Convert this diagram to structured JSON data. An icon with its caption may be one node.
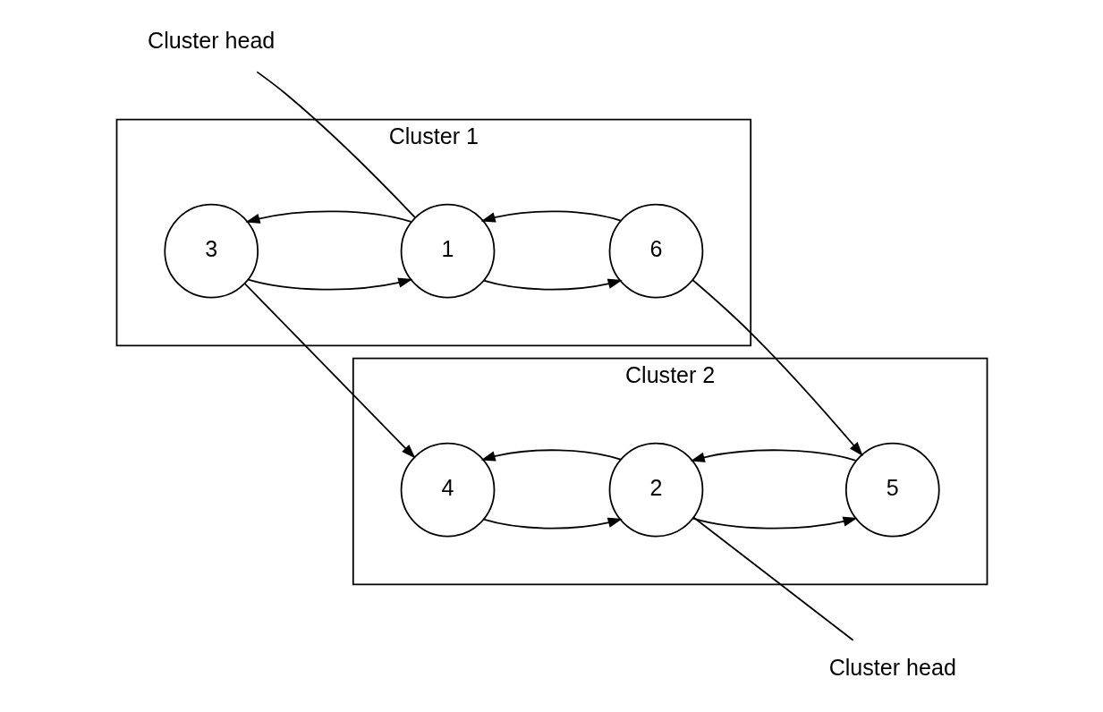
{
  "diagram": {
    "nodes": [
      {
        "text": [
          "Cluster 1"
        ]
      },
      {
        "text": [
          "Cluster 2"
        ]
      },
      {
        "text": [
          "3"
        ],
        "in": 0
      },
      {
        "text": [
          "4"
        ],
        "in": 1
      },
      {
        "text": [
          "Cluster head"
        ]
      },
      {
        "text": [
          "Cluster head"
        ]
      },
      {
        "text": [
          "1"
        ],
        "in": 0
      },
      {
        "text": [
          "2"
        ],
        "in": 1
      },
      {
        "text": [
          "6"
        ],
        "in": 0
      },
      {
        "text": [
          "5"
        ],
        "in": 1
      }
    ],
    "edges": [
      {
        "from": 2,
        "to": 3,
        "arrow": "to"
      },
      {
        "from": 6,
        "to": 2,
        "arrow": "to"
      },
      {
        "from": 2,
        "to": 6,
        "arrow": "to"
      },
      {
        "from": 3,
        "to": 7,
        "arrow": "to"
      },
      {
        "from": 7,
        "to": 3,
        "arrow": "to"
      },
      {
        "from": 6,
        "to": 8,
        "arrow": "to"
      },
      {
        "from": 8,
        "to": 6,
        "arrow": "to"
      },
      {
        "from": 7,
        "to": 9,
        "arrow": "to"
      },
      {
        "from": 9,
        "to": 7,
        "arrow": "to"
      },
      {
        "from": 8,
        "to": 9,
        "arrow": "to"
      },
      {
        "from": 4,
        "to": 6,
        "arrow": "none"
      },
      {
        "from": 5,
        "to": 7,
        "arrow": "none"
      }
    ]
  }
}
